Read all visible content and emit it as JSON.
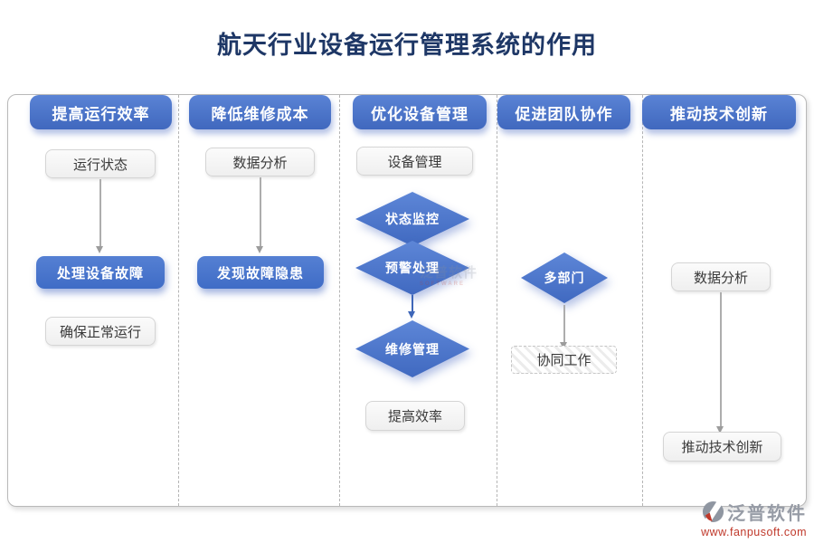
{
  "page_title": "航天行业设备运行管理系统的作用",
  "columns": [
    {
      "header": "提高运行效率",
      "nodes": [
        {
          "label": "运行状态"
        },
        {
          "label": "处理设备故障"
        },
        {
          "label": "确保正常运行"
        }
      ]
    },
    {
      "header": "降低维修成本",
      "nodes": [
        {
          "label": "数据分析"
        },
        {
          "label": "发现故障隐患"
        }
      ]
    },
    {
      "header": "优化设备管理",
      "nodes": [
        {
          "label": "设备管理"
        },
        {
          "label": "状态监控"
        },
        {
          "label": "预警处理"
        },
        {
          "label": "维修管理"
        },
        {
          "label": "提高效率"
        }
      ]
    },
    {
      "header": "促进团队协作",
      "nodes": [
        {
          "label": "多部门"
        },
        {
          "label": "协同工作"
        }
      ]
    },
    {
      "header": "推动技术创新",
      "nodes": [
        {
          "label": "数据分析"
        },
        {
          "label": "推动技术创新"
        }
      ]
    }
  ],
  "watermark": {
    "brand": "泛普软件",
    "subtext": "SOFTWARE"
  },
  "footer": {
    "brand": "泛普软件",
    "url": "www.fanpusoft.com"
  },
  "colors": {
    "accent_blue": "#4470c8",
    "title_navy": "#1e3766",
    "url_red": "#c0392b"
  }
}
